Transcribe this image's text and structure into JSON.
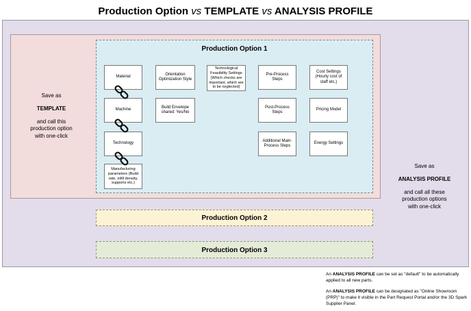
{
  "title": {
    "part1": "Production Option ",
    "vs1": "vs",
    "part2": " TEMPLATE ",
    "vs2": "vs",
    "part3": " ANALYSIS PROFILE"
  },
  "template_side": {
    "line1": "Save as",
    "keyword": "TEMPLATE",
    "line3": "and call this",
    "line4": "production option",
    "line5": "with one-click"
  },
  "analysis_side": {
    "line1": "Save as",
    "keyword": "ANALYSIS PROFILE",
    "line3": "and call all these",
    "line4": "production options",
    "line5": "with one-click"
  },
  "production_options": [
    "Production Option 1",
    "Production Option 2",
    "Production Option 3"
  ],
  "cards": {
    "material": "Material",
    "machine": "Machine",
    "technology": "Technology",
    "manufacturing": "Manufacturing parameters (Build rate, infill density, supports etc.)",
    "orientation": "Orientation Optimization Style",
    "build_envelope": "Build  Envelope shared: Yes/No",
    "feasibility": "Technological Feasibility Settings (Which checks are important, which are to be neglected)",
    "pre_process": "Pre-Process Steps",
    "post_process": "Post-Process Steps",
    "additional_main": "Additional Main-Process Steps",
    "cost_settings": "Cost Settings (Hourly cost of staff etc.)",
    "pricing_model": "Pricing Model",
    "energy_settings": "Energy Settings"
  },
  "notes": {
    "note1_prefix": "An ",
    "note1_keyword": "ANALYSIS PROFILE",
    "note1_suffix": " can be set as \"default\" to be automatically applied to all new parts.",
    "note2_prefix": "An ",
    "note2_keyword": "ANALYSIS PROFILE",
    "note2_suffix": " can be designated as \"Online Showroom (PRP)\" to make it visible in the Part Request Portal and/or the 3D Spark Supplier Panel."
  },
  "colors": {
    "analysis_bg": "#e3dcea",
    "template_bg": "#f2dcdc",
    "option1_bg": "#d9edf3",
    "option2_bg": "#fcf3d4",
    "option3_bg": "#e4ecd8"
  }
}
